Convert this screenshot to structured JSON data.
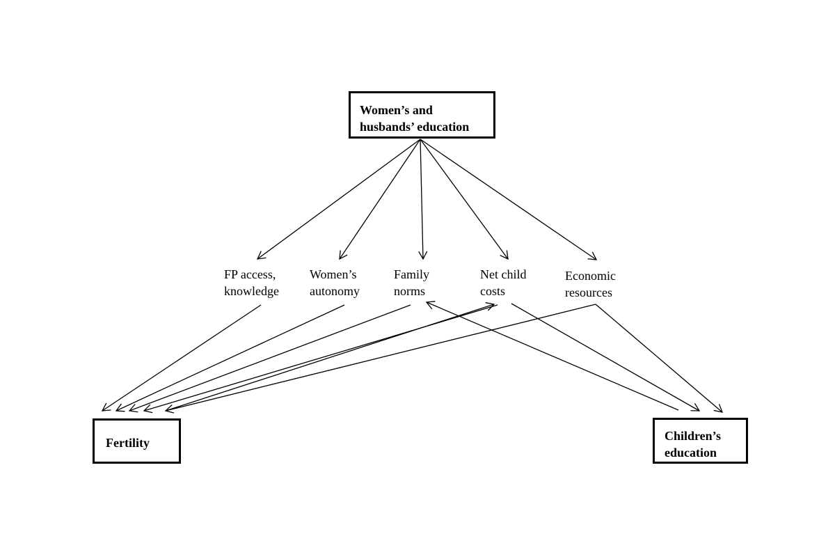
{
  "diagram": {
    "top_box": {
      "line1": "Women’s and",
      "line2": "husbands’ education"
    },
    "fertility_box": {
      "label": "Fertility"
    },
    "children_box": {
      "line1": "Children’s",
      "line2": "education"
    },
    "mediators": [
      {
        "line1": "FP access,",
        "line2": "knowledge"
      },
      {
        "line1": "Women’s",
        "line2": "autonomy"
      },
      {
        "line1": "Family",
        "line2": "norms"
      },
      {
        "line1": "Net child",
        "line2": "costs"
      },
      {
        "line1": "Economic",
        "line2": "resources"
      }
    ]
  }
}
